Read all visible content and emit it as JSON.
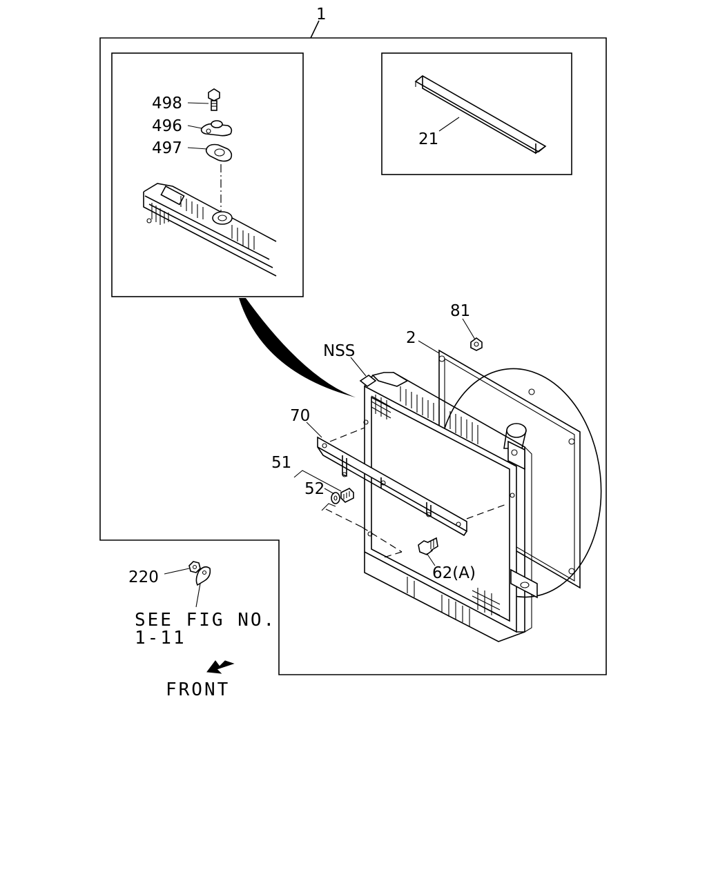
{
  "callouts": {
    "assembly": "1",
    "bolt": "498",
    "bracket": "496",
    "gasket": "497",
    "seal": "21",
    "bolt_shroud": "81",
    "shroud": "2",
    "radiator": "NSS",
    "stay": "70",
    "bolt_stay": "51",
    "washer": "52",
    "bolt_mount": "62(A)",
    "nut": "220"
  },
  "reference": {
    "line1": "SEE FIG NO.",
    "line2": "1-11"
  },
  "direction": {
    "label": "FRONT"
  }
}
